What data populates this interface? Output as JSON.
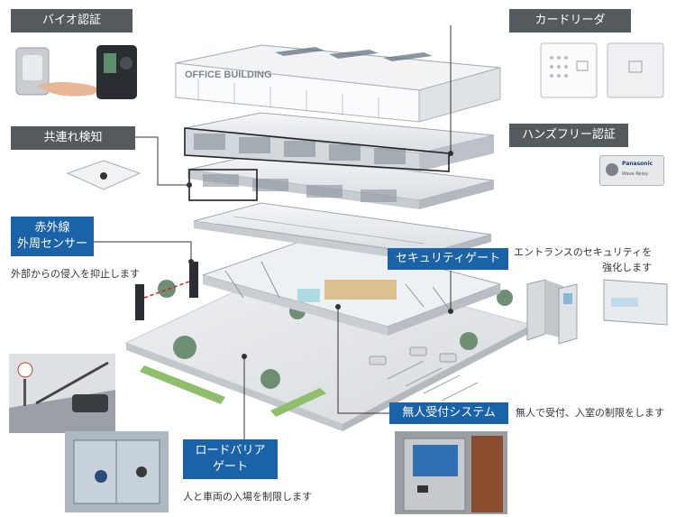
{
  "labels": {
    "bio_auth": "バイオ認証",
    "tailgate_detect": "共連れ検知",
    "ir_sensor": "赤外線\n外周センサー",
    "card_reader": "カードリーダ",
    "handsfree_auth": "ハンズフリー認証",
    "security_gate": "セキュリティゲート",
    "unmanned_reception": "無人受付システム",
    "road_barrier": "ロードバリア\nゲート"
  },
  "notes": {
    "ir_sensor": "外部からの侵入を抑止します",
    "security_gate": "エントランスのセキュリティを\n強化します",
    "unmanned_reception": "無人で受付、入室の制限をします",
    "road_barrier": "人と車両の入場を制限します"
  },
  "building": {
    "sign": "OFFICE BUILDING"
  },
  "products": {
    "handsfree_brand": "Panasonic",
    "handsfree_model": "Wave Relay"
  },
  "colors": {
    "gray_label": "#555a5f",
    "blue_label": "#1a63a8",
    "leader_line": "#333333",
    "alert_line": "#d21e1e"
  }
}
